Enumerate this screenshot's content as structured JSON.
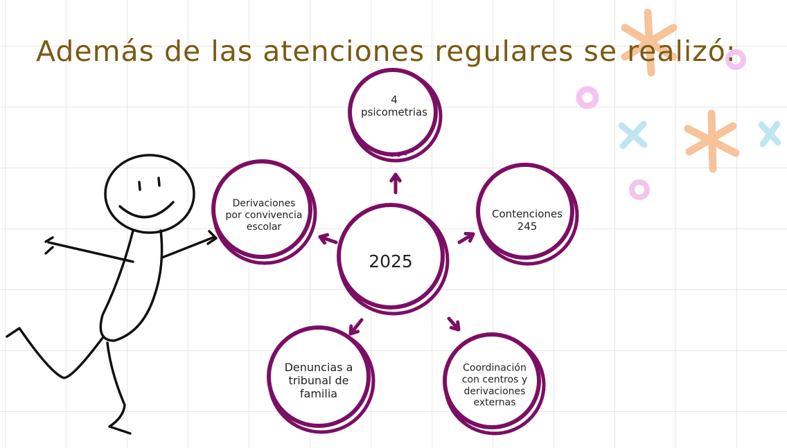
{
  "title": "Además de las atenciones regulares se realizó:",
  "colors": {
    "node_stroke": "#7b0f63",
    "title": "#7a5a14",
    "star": "#f7c39a",
    "cross": "#bfe6ef",
    "dot": "#f3c4ef"
  },
  "center": {
    "lines": [
      "2025"
    ]
  },
  "nodes": [
    {
      "id": "psicometrias",
      "lines": [
        "4",
        "psicometrias"
      ]
    },
    {
      "id": "contenciones",
      "lines": [
        "Contenciones",
        "245"
      ]
    },
    {
      "id": "coordinacion",
      "lines": [
        "Coordinación",
        "con centros y",
        "derivaciones",
        "externas"
      ]
    },
    {
      "id": "denuncias",
      "lines": [
        "Denuncias a",
        "tribunal de",
        "familia"
      ]
    },
    {
      "id": "derivaciones",
      "lines": [
        "Derivaciones",
        "por convivencia",
        "escolar"
      ]
    }
  ]
}
